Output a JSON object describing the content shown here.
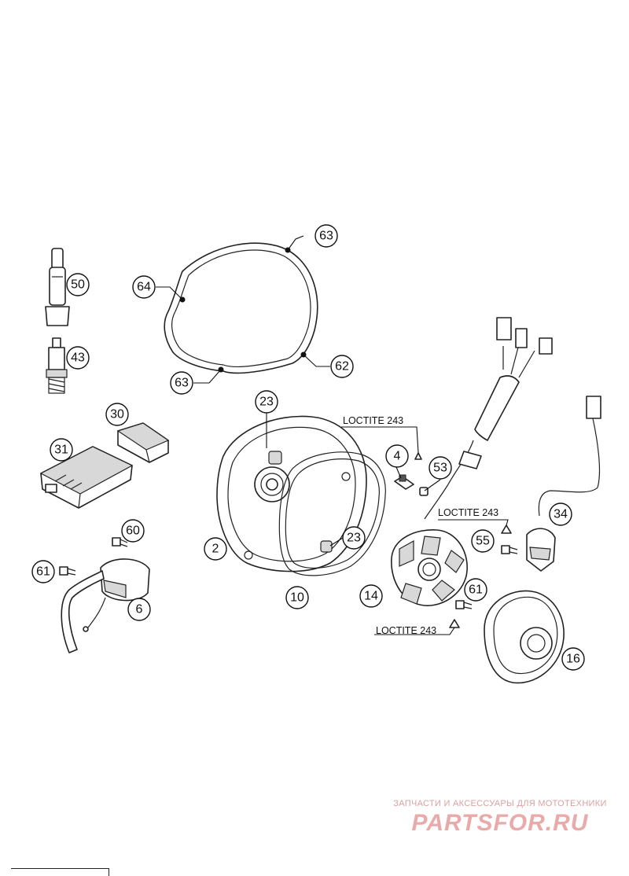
{
  "callouts": [
    {
      "id": "c50",
      "label": "50"
    },
    {
      "id": "c43",
      "label": "43"
    },
    {
      "id": "c64",
      "label": "64"
    },
    {
      "id": "c63a",
      "label": "63"
    },
    {
      "id": "c62",
      "label": "62"
    },
    {
      "id": "c63b",
      "label": "63"
    },
    {
      "id": "c30",
      "label": "30"
    },
    {
      "id": "c31",
      "label": "31"
    },
    {
      "id": "c23a",
      "label": "23"
    },
    {
      "id": "c2",
      "label": "2"
    },
    {
      "id": "c23b",
      "label": "23"
    },
    {
      "id": "c10",
      "label": "10"
    },
    {
      "id": "c4",
      "label": "4"
    },
    {
      "id": "c53",
      "label": "53"
    },
    {
      "id": "c60",
      "label": "60"
    },
    {
      "id": "c61a",
      "label": "61"
    },
    {
      "id": "c6",
      "label": "6"
    },
    {
      "id": "c14",
      "label": "14"
    },
    {
      "id": "c61b",
      "label": "61"
    },
    {
      "id": "c34",
      "label": "34"
    },
    {
      "id": "c55",
      "label": "55"
    },
    {
      "id": "c16",
      "label": "16"
    }
  ],
  "notes": {
    "loctite_top": "LOCTITE 243",
    "loctite_mid": "LOCTITE 243",
    "loctite_bottom": "LOCTITE 243"
  },
  "watermark": {
    "tagline": "ЗАПЧАСТИ И АКСЕССУАРЫ ДЛЯ МОТОТЕХНИКИ",
    "brand": "PARTSFOR.RU",
    "color": "#e9aaaa"
  }
}
